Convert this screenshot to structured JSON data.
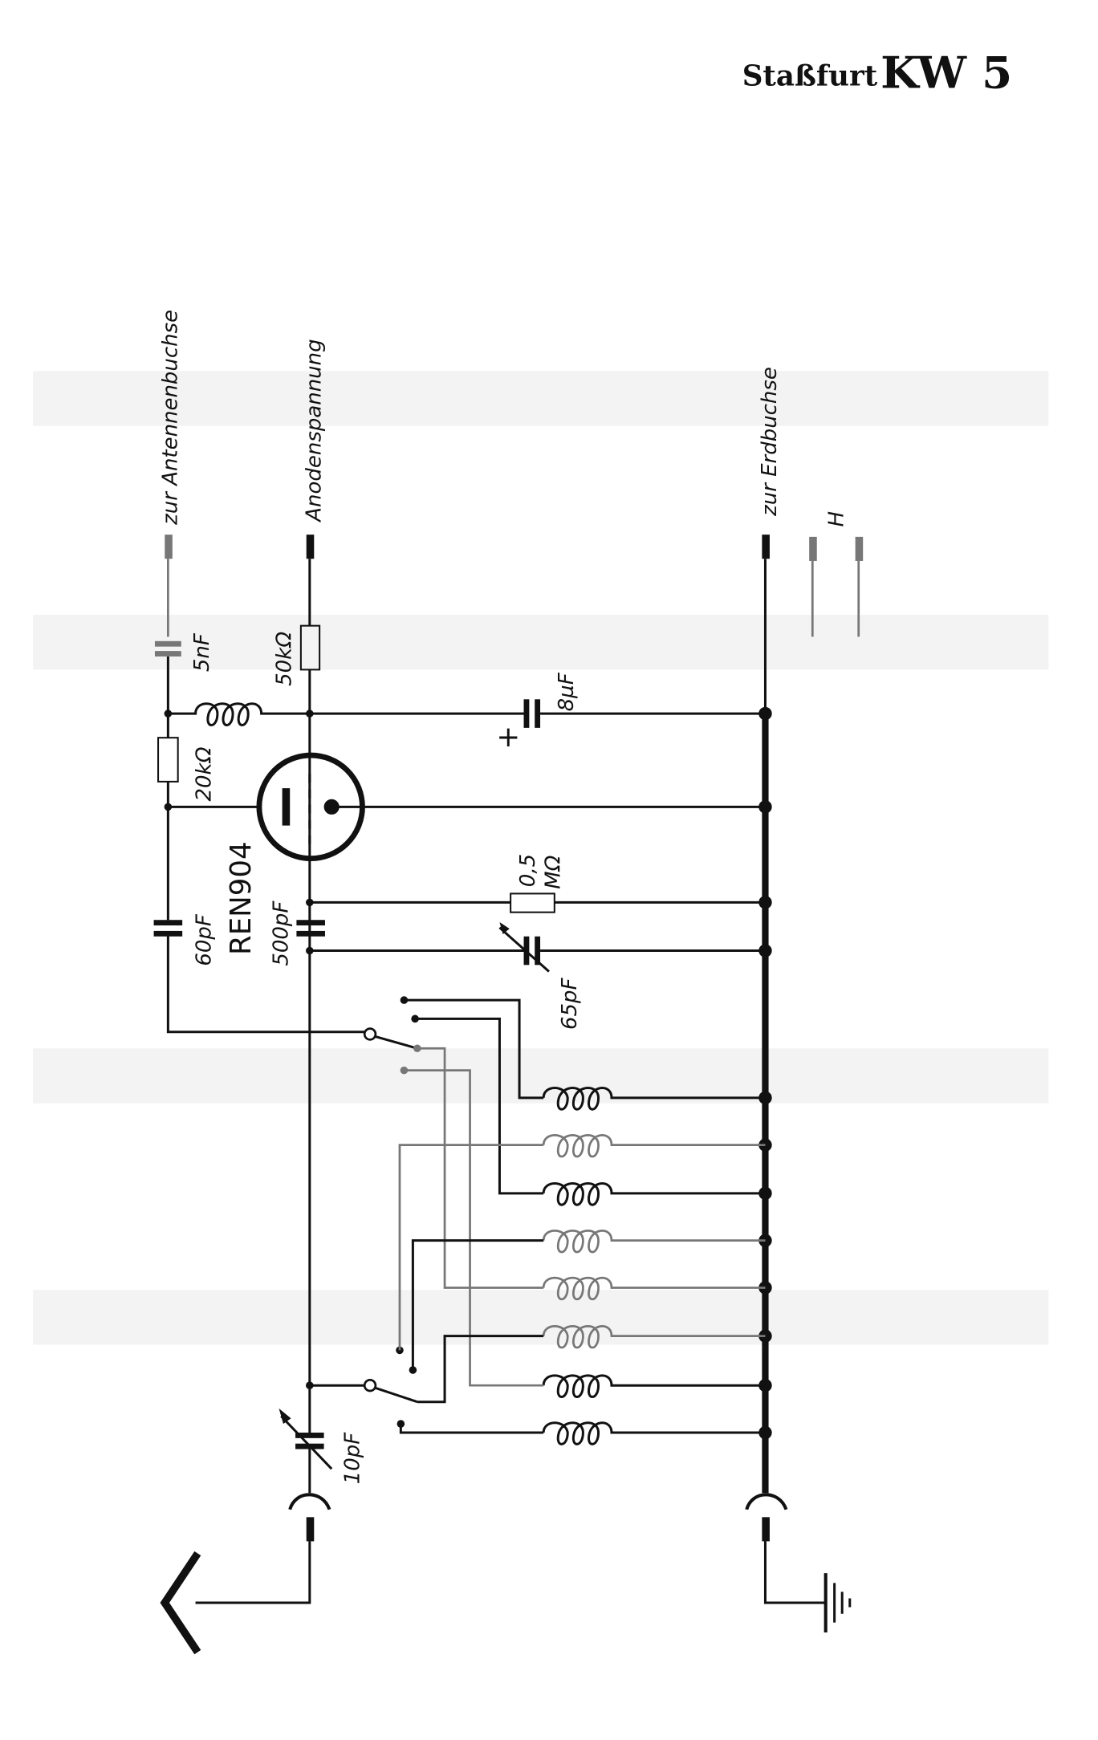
{
  "header": {
    "maker": "Staßfurt",
    "model": "KW 5"
  },
  "labels": {
    "antenna_socket": "zur Antennenbuchse",
    "anode_voltage": "Anodenspannung",
    "earth_socket": "zur Erdbuchse",
    "heater": "H",
    "c_5nf": "5nF",
    "r_50k": "50kΩ",
    "c_8uf": "8µF",
    "plus": "+",
    "r_20k": "20kΩ",
    "tube": "REN904",
    "c_60pf": "60pF",
    "c_500pf": "500pF",
    "r_05m_a": "0,5",
    "r_05m_b": "MΩ",
    "c_65pf": "65pF",
    "c_10pf": "10pF"
  },
  "coil_count": 8
}
